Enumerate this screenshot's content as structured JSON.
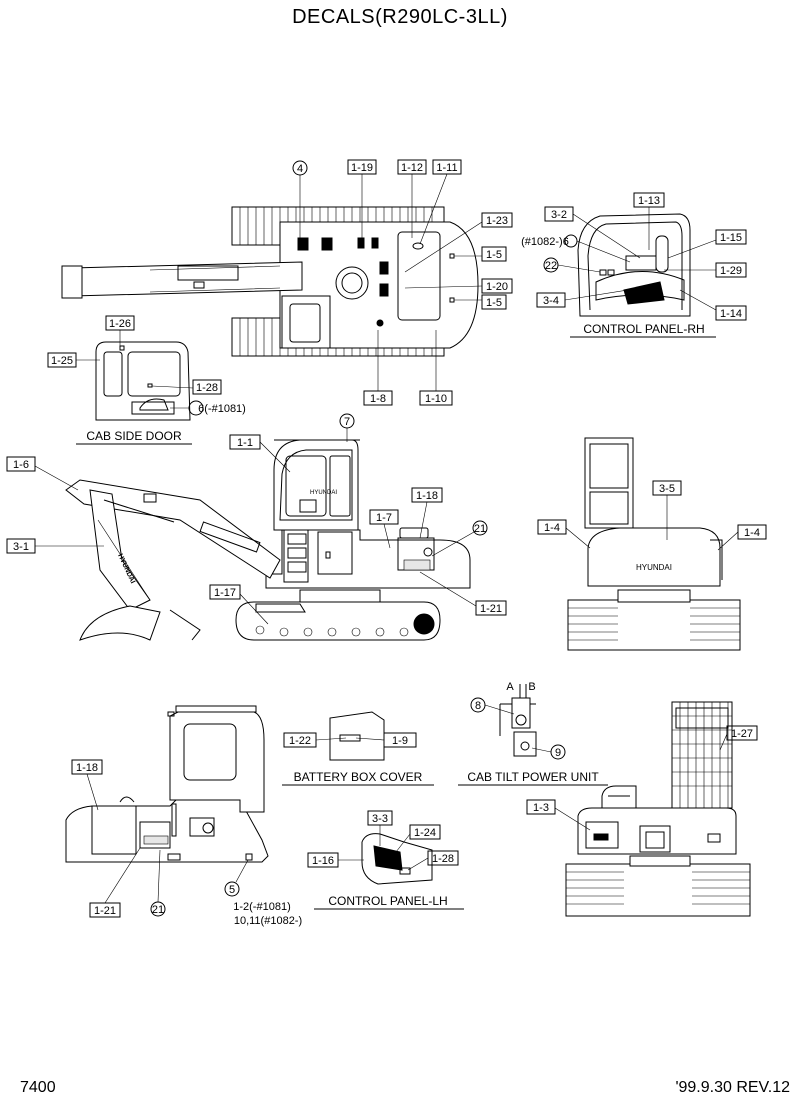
{
  "title": "DECALS(R290LC-3LL)",
  "page_number": "7400",
  "revision": "'99.9.30 REV.12",
  "captions": {
    "cab_side_door": "CAB SIDE DOOR",
    "control_panel_rh": "CONTROL PANEL-RH",
    "battery_box_cover": "BATTERY BOX COVER",
    "cab_tilt_power_unit": "CAB TILT POWER UNIT",
    "control_panel_lh": "CONTROL PANEL-LH"
  },
  "labels": {
    "top_4": "4",
    "top_1_19": "1-19",
    "top_1_12": "1-12",
    "top_1_11": "1-11",
    "top_1_23": "1-23",
    "top_1_5a": "1-5",
    "top_1_20": "1-20",
    "top_1_5b": "1-5",
    "top_1_8": "1-8",
    "top_1_10": "1-10",
    "door_1_26": "1-26",
    "door_1_25": "1-25",
    "door_1_28": "1-28",
    "door_6": "6(-#1081)",
    "cp_3_2": "3-2",
    "cp_1_13": "1-13",
    "cp_1082_6": "(#1082-)6",
    "cp_1_15": "1-15",
    "cp_22": "22",
    "cp_1_29": "1-29",
    "cp_3_4": "3-4",
    "cp_1_14": "1-14",
    "side_7": "7",
    "side_1_1": "1-1",
    "side_1_6": "1-6",
    "side_1_18": "1-18",
    "side_1_7": "1-7",
    "side_21": "21",
    "side_3_1": "3-1",
    "side_1_17": "1-17",
    "side_1_21": "1-21",
    "rear_3_5": "3-5",
    "rear_1_4a": "1-4",
    "rear_1_4b": "1-4",
    "ab_a": "A",
    "ab_b": "B",
    "tilt_8": "8",
    "tilt_9": "9",
    "bat_1_22": "1-22",
    "bat_1_9": "1-9",
    "rear2_1_27": "1-27",
    "rear2_1_3": "1-3",
    "l_1_18": "1-18",
    "l_1_21": "1-21",
    "l_21": "21",
    "l_5": "5",
    "l_1_2": "1-2(-#1081)",
    "l_10_11": "10,11(#1082-)",
    "cpl_3_3": "3-3",
    "cpl_1_24": "1-24",
    "cpl_1_28": "1-28",
    "cpl_1_16": "1-16"
  },
  "decal_text": {
    "hyundai": "HYUNDAI"
  }
}
